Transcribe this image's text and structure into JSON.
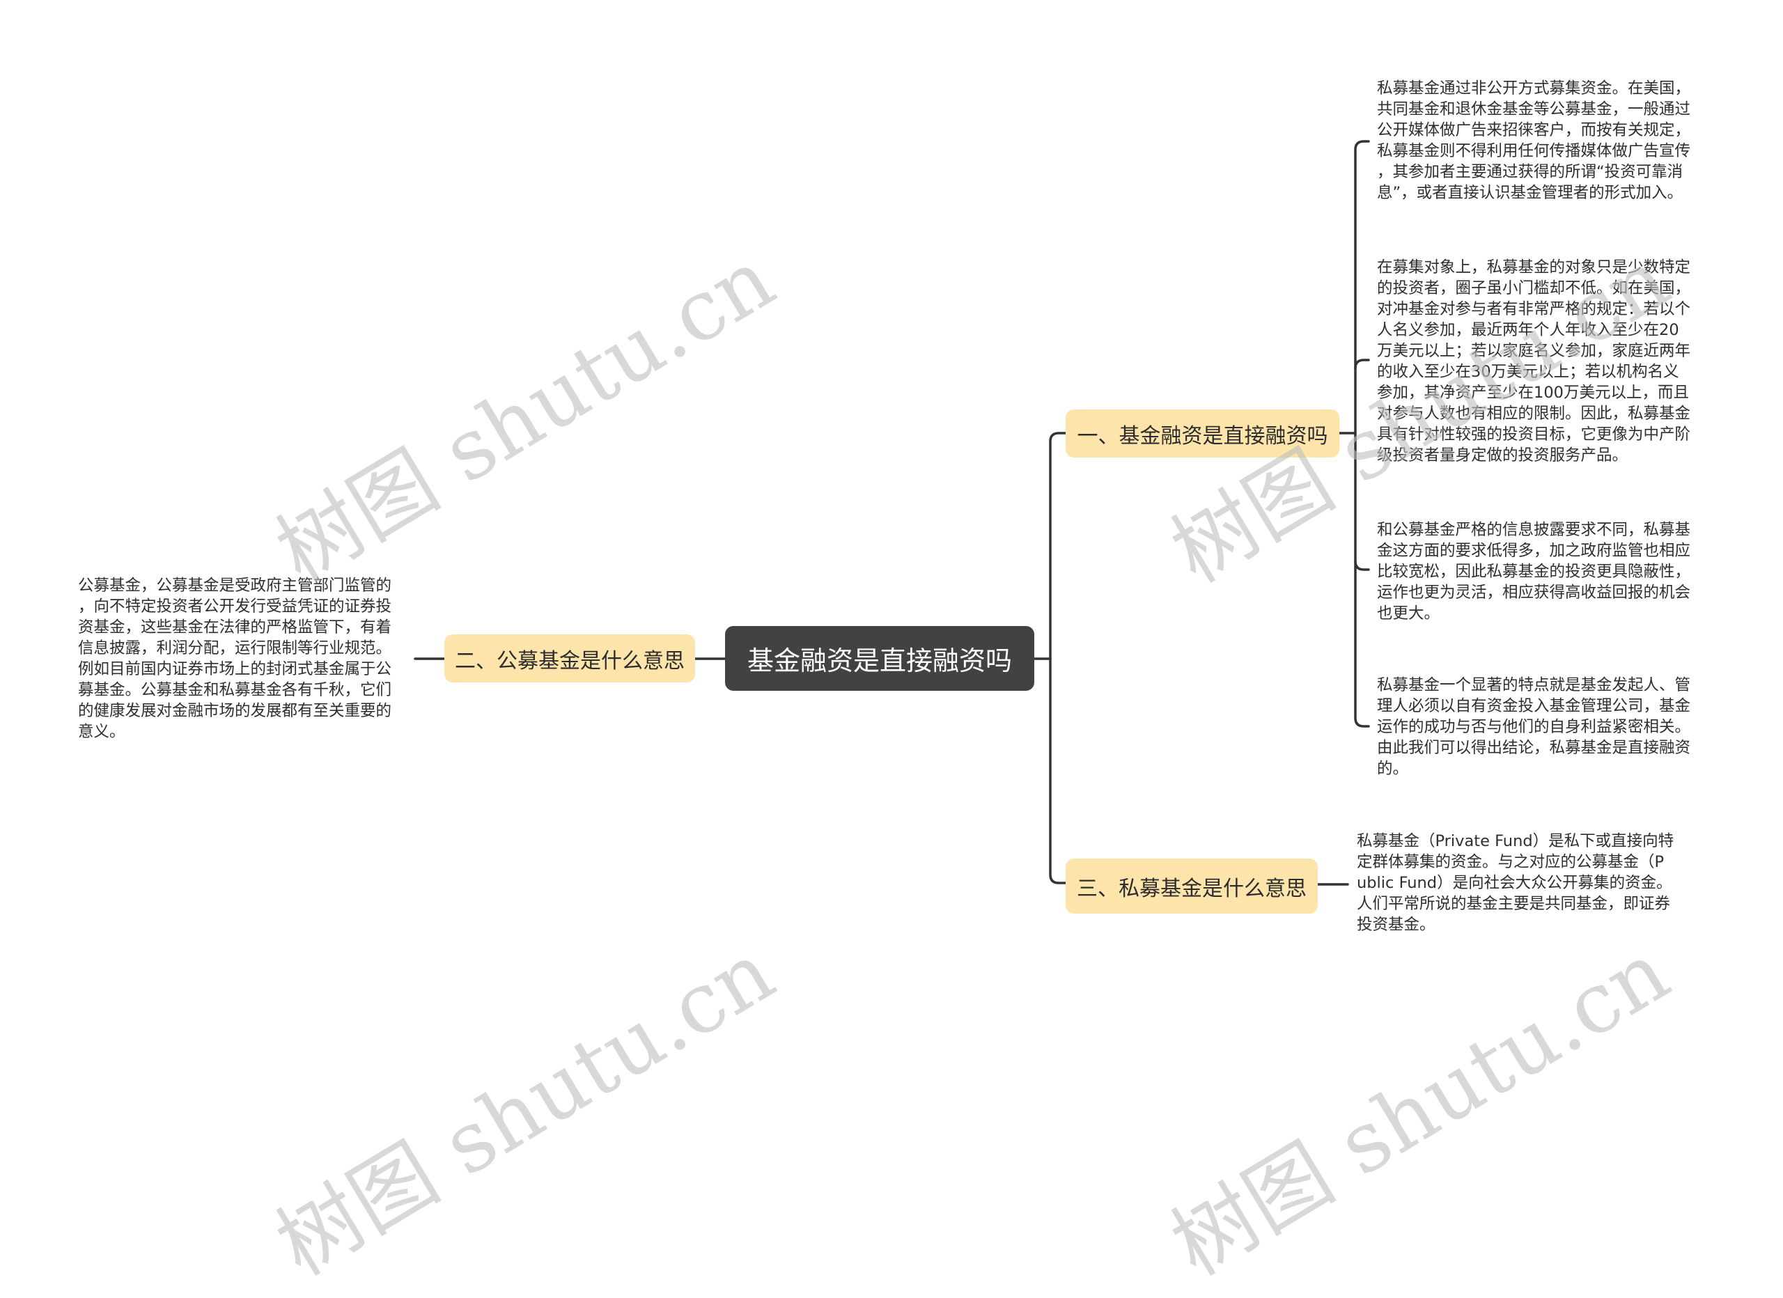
{
  "mindmap": {
    "root": {
      "label": "基金融资是直接融资吗"
    },
    "branches": [
      {
        "label": "一、基金融资是直接融资吗",
        "side": "right",
        "children": [
          {
            "text": "私募基金通过非公开方式募集资金。在美国，\n共同基金和退休金基金等公募基金，一般通过\n公开媒体做广告来招徕客户，而按有关规定，\n私募基金则不得利用任何传播媒体做广告宣传\n，其参加者主要通过获得的所谓“投资可靠消\n息”，或者直接认识基金管理者的形式加入。"
          },
          {
            "text": "在募集对象上，私募基金的对象只是少数特定\n的投资者，圈子虽小门槛却不低。如在美国，\n对冲基金对参与者有非常严格的规定：若以个\n人名义参加，最近两年个人年收入至少在20\n万美元以上；若以家庭名义参加，家庭近两年\n的收入至少在30万美元以上；若以机构名义\n参加，其净资产至少在100万美元以上，而且\n对参与人数也有相应的限制。因此，私募基金\n具有针对性较强的投资目标，它更像为中产阶\n级投资者量身定做的投资服务产品。"
          },
          {
            "text": "和公募基金严格的信息披露要求不同，私募基\n金这方面的要求低得多，加之政府监管也相应\n比较宽松，因此私募基金的投资更具隐蔽性，\n运作也更为灵活，相应获得高收益回报的机会\n也更大。"
          },
          {
            "text": "私募基金一个显著的特点就是基金发起人、管\n理人必须以自有资金投入基金管理公司，基金\n运作的成功与否与他们的自身利益紧密相关。\n由此我们可以得出结论，私募基金是直接融资\n的。"
          }
        ]
      },
      {
        "label": "二、公募基金是什么意思",
        "side": "left",
        "children": [
          {
            "text": "公募基金，公募基金是受政府主管部门监管的\n，向不特定投资者公开发行受益凭证的证券投\n资基金，这些基金在法律的严格监管下，有着\n信息披露，利润分配，运行限制等行业规范。\n例如目前国内证券市场上的封闭式基金属于公\n募基金。公募基金和私募基金各有千秋，它们\n的健康发展对金融市场的发展都有至关重要的\n意义。"
          }
        ]
      },
      {
        "label": "三、私募基金是什么意思",
        "side": "right",
        "children": [
          {
            "text": "私募基金（Private Fund）是私下或直接向特\n定群体募集的资金。与之对应的公募基金（P\nublic Fund）是向社会大众公开募集的资金。\n人们平常所说的基金主要是共同基金，即证券\n投资基金。"
          }
        ]
      }
    ]
  },
  "watermark": {
    "text": "树图 shutu.cn"
  },
  "colors": {
    "root_bg": "#424242",
    "root_text": "#ffffff",
    "branch_bg": "#fde4ab",
    "line": "#333333",
    "text": "#2e2e2e"
  }
}
